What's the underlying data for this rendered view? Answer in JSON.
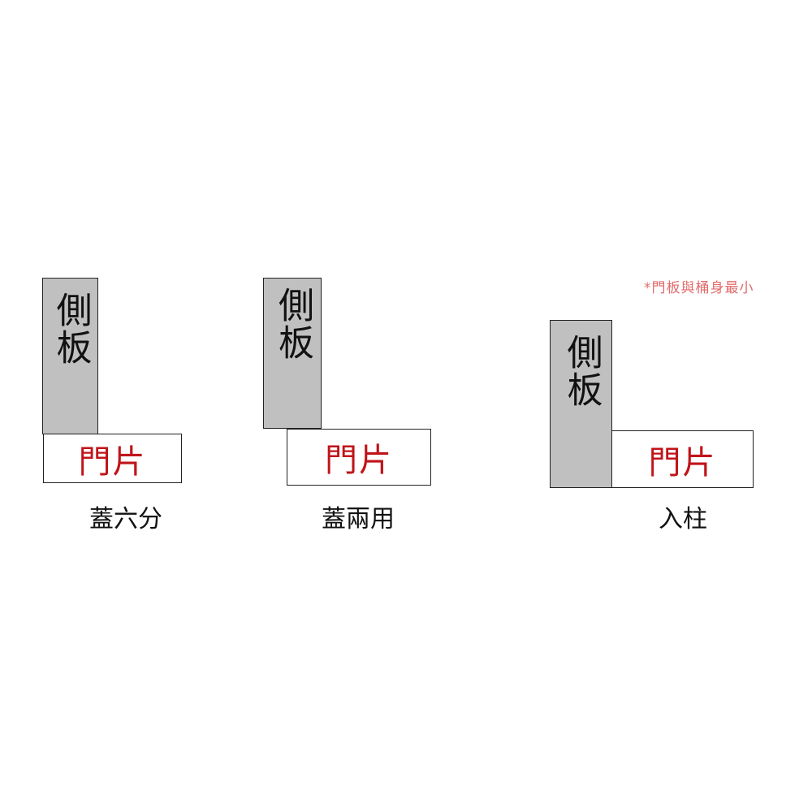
{
  "note": "*門板與桶身最小",
  "colors": {
    "side_panel": "#c0c0c0",
    "door_text": "#c0141a",
    "note_text": "#e26a6a",
    "outline": "#222222"
  },
  "diagrams": [
    {
      "side_label": "側板",
      "door_label": "門片",
      "caption": "蓋六分"
    },
    {
      "side_label": "側板",
      "door_label": "門片",
      "caption": "蓋兩用"
    },
    {
      "side_label": "側板",
      "door_label": "門片",
      "caption": "入柱"
    }
  ]
}
